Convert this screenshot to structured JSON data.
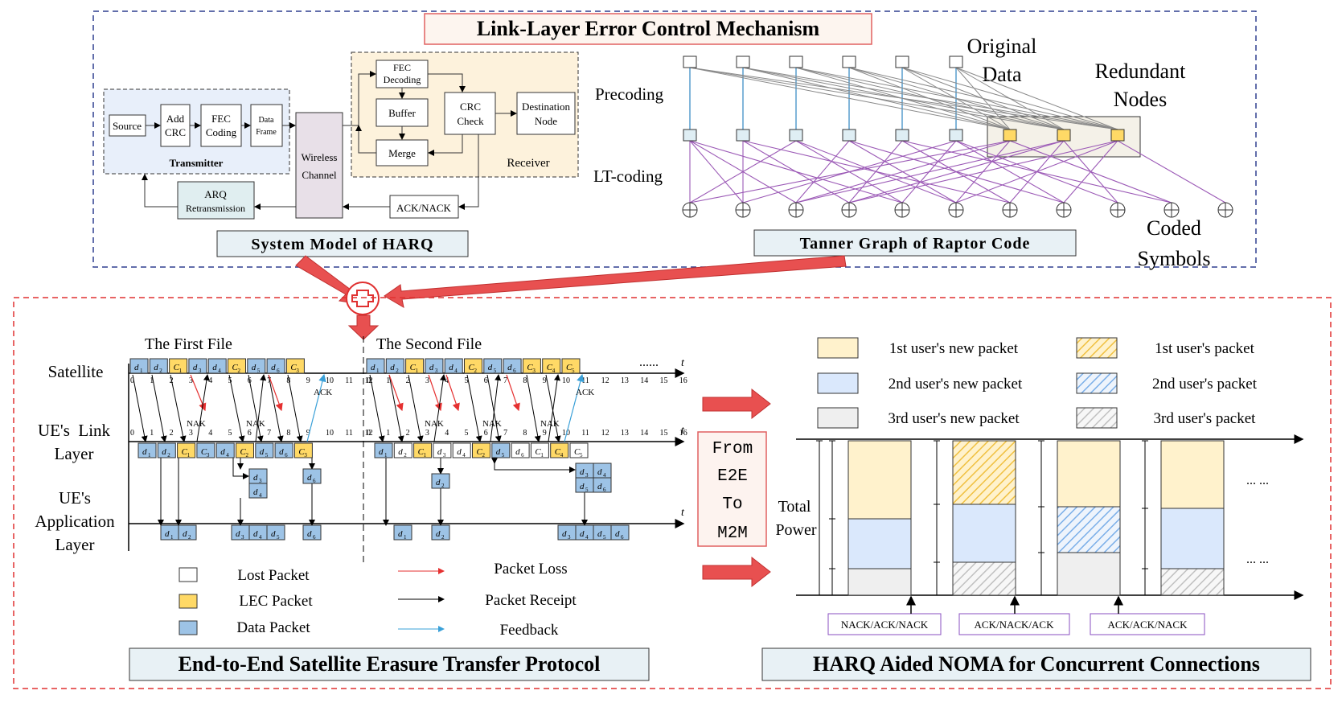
{
  "top_section": {
    "title": "Link-Layer Error Control Mechanism",
    "harq": {
      "caption": "System Model of HARQ",
      "transmitter_label": "Transmitter",
      "receiver_label": "Receiver",
      "source": "Source",
      "add_crc": [
        "Add",
        "CRC"
      ],
      "fec_coding": [
        "FEC",
        "Coding"
      ],
      "data_frame": [
        "Data",
        "Frame"
      ],
      "wireless_channel": [
        "Wireless",
        "Channel"
      ],
      "fec_decoding": [
        "FEC",
        "Decoding"
      ],
      "buffer": "Buffer",
      "merge": "Merge",
      "crc_check": [
        "CRC",
        "Check"
      ],
      "destination_node": [
        "Destination",
        "Node"
      ],
      "ack_nack": "ACK/NACK",
      "arq": [
        "ARQ",
        "Retransmission"
      ]
    },
    "raptor": {
      "caption": "Tanner Graph of Raptor Code",
      "precoding": "Precoding",
      "lt_coding": "LT-coding",
      "original_data": [
        "Original",
        "Data"
      ],
      "redundant_nodes": [
        "Redundant",
        "Nodes"
      ],
      "coded_symbols": [
        "Coded",
        "Symbols"
      ]
    }
  },
  "bottom_left": {
    "caption": "End-to-End Satellite Erasure Transfer Protocol",
    "first_file": "The First File",
    "second_file": "The Second File",
    "row_labels": {
      "satellite": "Satellite",
      "link_layer": [
        "UE's  Link",
        "Layer"
      ],
      "app_layer": [
        "UE's",
        "Application",
        "Layer"
      ]
    },
    "axis_t": "t",
    "ellipsis": "......",
    "ticks": [
      "0",
      "1",
      "2",
      "3",
      "4",
      "5",
      "6",
      "7",
      "8",
      "9",
      "10",
      "11",
      "12"
    ],
    "ticks2": [
      "0",
      "1",
      "2",
      "3",
      "4",
      "5",
      "6",
      "7",
      "8",
      "9",
      "10",
      "11",
      "12",
      "13",
      "14",
      "15",
      "16"
    ],
    "nak": "NAK",
    "ack": "ACK",
    "legend": {
      "lost_packet": "Lost Packet",
      "lec_packet": "LEC Packet",
      "data_packet": "Data Packet",
      "packet_loss": "Packet Loss",
      "packet_receipt": "Packet Receipt",
      "feedback": "Feedback"
    }
  },
  "middle": {
    "from_to": [
      "From",
      "E2E",
      "To",
      "M2M"
    ]
  },
  "bottom_right": {
    "caption": "HARQ Aided NOMA for Concurrent Connections",
    "legend": {
      "u1_new": "1st user's new packet",
      "u2_new": "2nd user's new packet",
      "u3_new": "3rd user's new packet",
      "u1": "1st user's packet",
      "u2": "2nd user's packet",
      "u3": "3rd user's packet"
    },
    "total_power": [
      "Total",
      "Power"
    ],
    "ellipsis": "... ...",
    "feedback_labels": [
      "NACK/ACK/NACK",
      "ACK/NACK/ACK",
      "ACK/ACK/NACK"
    ]
  },
  "colors": {
    "blue_dash": "#2f3f8f",
    "red_dash": "#e03030",
    "data_packet": "#9dc3e6",
    "lec_packet": "#ffd966",
    "lost_packet": "#ffffff",
    "u1_fill": "#fff2cc",
    "u2_fill": "#dae8fc",
    "u3_fill": "#efefef",
    "purple": "#9b59b6",
    "arrow_red": "#e85050",
    "caption_bg": "#e8f1f5"
  }
}
